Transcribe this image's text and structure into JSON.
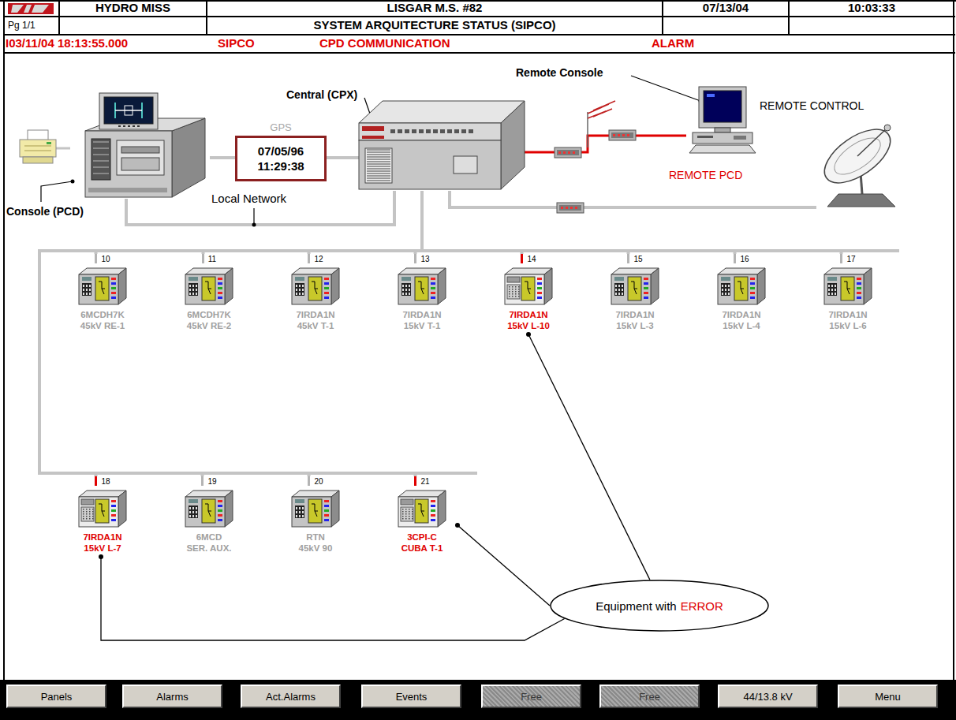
{
  "diagram": {
    "title": "SYSTEM ARQUITECTURE STATUS (SIPCO)",
    "nodes": [
      {
        "text": [
          "Console (PCD)"
        ]
      },
      {
        "text": [
          "GPS",
          "07/05/96 11:29:38"
        ]
      },
      {
        "text": [
          "Central (CPX)"
        ]
      },
      {
        "text": [
          "Remote Console",
          "REMOTE PCD"
        ]
      },
      {
        "text": [
          "REMOTE CONTROL"
        ]
      },
      {
        "text": [
          "10",
          "6MCDH7K",
          "45kV RE-1"
        ]
      },
      {
        "text": [
          "11",
          "6MCDH7K",
          "45kV RE-2"
        ]
      },
      {
        "text": [
          "12",
          "7IRDA1N",
          "45kV T-1"
        ]
      },
      {
        "text": [
          "13",
          "7IRDA1N",
          "15kV T-1"
        ]
      },
      {
        "text": [
          "14",
          "7IRDA1N",
          "15kV L-10"
        ]
      },
      {
        "text": [
          "15",
          "7IRDA1N",
          "15kV L-3"
        ]
      },
      {
        "text": [
          "16",
          "7IRDA1N",
          "15kV L-4"
        ]
      },
      {
        "text": [
          "17",
          "7IRDA1N",
          "15kV L-6"
        ]
      },
      {
        "text": [
          "18",
          "7IRDA1N",
          "15kV L-7"
        ]
      },
      {
        "text": [
          "19",
          "6MCD",
          "SER. AUX."
        ]
      },
      {
        "text": [
          "20",
          "RTN",
          "45kV 90"
        ]
      },
      {
        "text": [
          "21",
          "3CPI-C",
          "CUBA T-1"
        ]
      },
      {
        "text": [
          "Equipment with",
          "ERROR"
        ]
      },
      {
        "text": [
          "Panels"
        ]
      },
      {
        "text": [
          "Alarms"
        ]
      },
      {
        "text": [
          "Act.Alarms"
        ]
      },
      {
        "text": [
          "Events"
        ]
      },
      {
        "text": [
          "Free"
        ]
      },
      {
        "text": [
          "Free"
        ]
      },
      {
        "text": [
          "44/13.8 kV"
        ]
      },
      {
        "text": [
          "Menu"
        ]
      }
    ],
    "edges": [
      {
        "from": 0,
        "to": 1,
        "arrow": "none"
      },
      {
        "from": 1,
        "to": 2,
        "arrow": "none"
      },
      {
        "from": 0,
        "to": 2,
        "label": "Local Network",
        "arrow": "none"
      },
      {
        "from": 2,
        "to": 3,
        "arrow": "none"
      },
      {
        "from": 2,
        "to": 4,
        "arrow": "none"
      },
      {
        "from": 2,
        "to": 5,
        "arrow": "none"
      },
      {
        "from": 2,
        "to": 6,
        "arrow": "none"
      },
      {
        "from": 2,
        "to": 7,
        "arrow": "none"
      },
      {
        "from": 2,
        "to": 8,
        "arrow": "none"
      },
      {
        "from": 2,
        "to": 9,
        "arrow": "none"
      },
      {
        "from": 2,
        "to": 10,
        "arrow": "none"
      },
      {
        "from": 2,
        "to": 11,
        "arrow": "none"
      },
      {
        "from": 2,
        "to": 12,
        "arrow": "none"
      },
      {
        "from": 2,
        "to": 13,
        "arrow": "none"
      },
      {
        "from": 2,
        "to": 14,
        "arrow": "none"
      },
      {
        "from": 2,
        "to": 15,
        "arrow": "none"
      },
      {
        "from": 2,
        "to": 16,
        "arrow": "none"
      },
      {
        "from": 17,
        "to": 9,
        "arrow": "none"
      },
      {
        "from": 17,
        "to": 16,
        "arrow": "none"
      },
      {
        "from": 17,
        "to": 13,
        "arrow": "none"
      }
    ],
    "labels": [
      "HYDRO MISS",
      "LISGAR M.S. #82",
      "07/13/04",
      "10:03:33",
      "Pg 1/1",
      "I03/11/04 18:13:55.000",
      "SIPCO",
      "CPD COMMUNICATION",
      "ALARM"
    ]
  }
}
